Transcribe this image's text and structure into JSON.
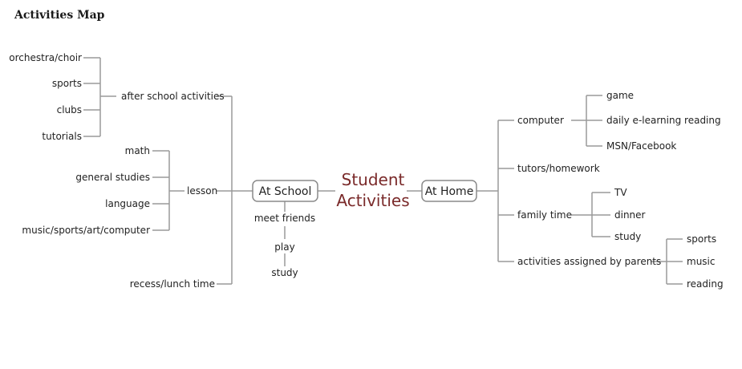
{
  "title": "Activities Map",
  "center": {
    "line1": "Student",
    "line2": "Activities"
  },
  "school": {
    "label": "At School",
    "after_school": {
      "label": "after school activities",
      "items": [
        "orchestra/choir",
        "sports",
        "clubs",
        "tutorials"
      ]
    },
    "lesson": {
      "label": "lesson",
      "items": [
        "math",
        "general studies",
        "language",
        "music/sports/art/computer"
      ]
    },
    "recess": {
      "label": "recess/lunch time"
    },
    "chain": [
      "meet friends",
      "play",
      "study"
    ]
  },
  "home": {
    "label": "At Home",
    "computer": {
      "label": "computer",
      "items": [
        "game",
        "daily e-learning reading",
        "MSN/Facebook"
      ]
    },
    "tutors": {
      "label": "tutors/homework"
    },
    "family": {
      "label": "family time",
      "items": [
        "TV",
        "dinner",
        "study"
      ]
    },
    "parents": {
      "label": "activities assigned by parents",
      "items": [
        "sports",
        "music",
        "reading"
      ]
    }
  },
  "colors": {
    "line": "#9a9a9a",
    "box_border": "#8a8a8a",
    "center_text": "#7a2a2a",
    "text": "#222222"
  }
}
